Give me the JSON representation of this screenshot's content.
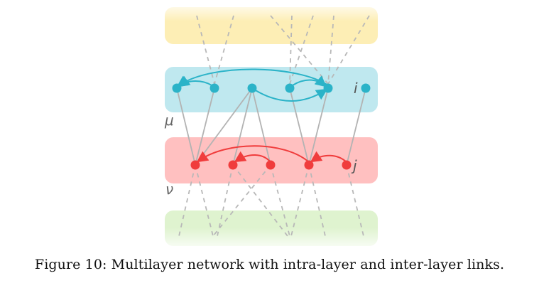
{
  "diagram": {
    "layers": [
      {
        "id": "top",
        "color": "#fdeeb5",
        "label": ""
      },
      {
        "id": "mu",
        "color": "#bfe8ef",
        "label": "μ"
      },
      {
        "id": "nu",
        "color": "#ffc0c0",
        "label": "ν"
      },
      {
        "id": "bottom",
        "color": "#dff3cf",
        "label": ""
      }
    ],
    "node_labels": {
      "i": "i",
      "j": "j"
    },
    "colors": {
      "mu_node": "#2bb3c8",
      "nu_node": "#f03c3c",
      "inter_link": "#b3b3b3",
      "dashed_link": "#b8b8b8"
    }
  },
  "caption": "Figure 10: Multilayer network with intra-layer and inter-layer links."
}
